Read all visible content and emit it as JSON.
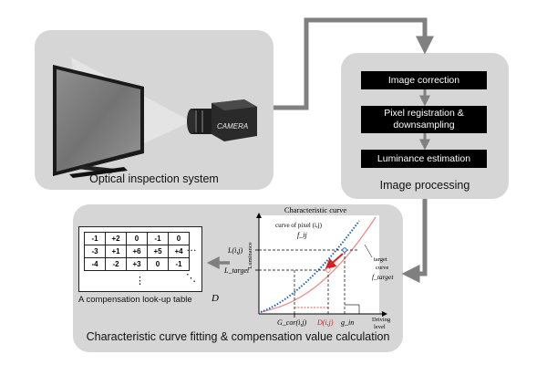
{
  "optical": {
    "caption": "Optical inspection system",
    "camera_label": "CAMERA"
  },
  "processing": {
    "caption": "Image processing",
    "steps": [
      "Image correction",
      "Pixel registration &\ndownsampling",
      "Luminance estimation"
    ]
  },
  "fitting": {
    "caption": "Characteristic curve fitting & compensation value calculation",
    "table_caption": "A compensation look-up table",
    "table_symbol": "D",
    "lut": [
      [
        "-1",
        "+2",
        "0",
        "-1",
        "0"
      ],
      [
        "-3",
        "+1",
        "+6",
        "+5",
        "+4"
      ],
      [
        "-4",
        "-2",
        "+3",
        "0",
        "-1"
      ]
    ],
    "ellipsis_h": "…",
    "ellipsis_v": "⋮",
    "ellipsis_d": "⋱",
    "chart": {
      "title": "Characteristic curve",
      "ylabel": "Luminance",
      "xlabel_1": "Driving",
      "xlabel_2": "level",
      "pixel_curve_label": "curve of pixel (i,j)",
      "pixel_curve_symbol": "f_ij",
      "target_curve_label_1": "target",
      "target_curve_label_2": "curve",
      "target_curve_symbol": "f_target",
      "y_tick_1": "L(i,j)",
      "y_tick_2": "L_target",
      "x_tick_1": "G_cor(i,j)",
      "x_tick_2": "D(i,j)",
      "x_tick_3": "g_in",
      "colors": {
        "pixel_curve": "#1f5fbf",
        "target_curve": "#e88d8d",
        "compensation": "#d62020"
      }
    }
  }
}
